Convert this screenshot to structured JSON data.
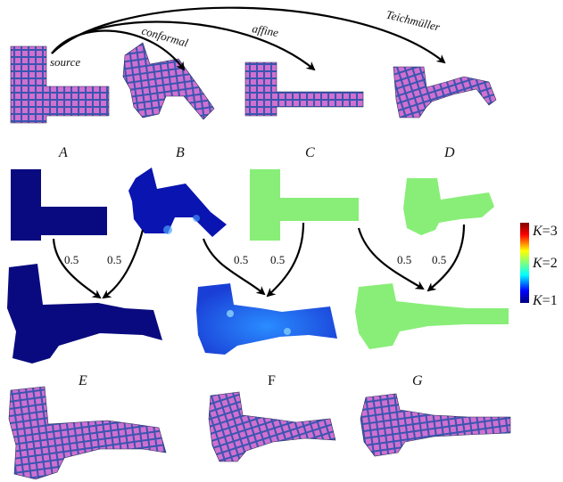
{
  "top_arrows": {
    "source": "source",
    "conformal": "conformal",
    "affine": "affine",
    "teichmuller": "Teichmüller"
  },
  "panel_labels": {
    "A": "A",
    "B": "B",
    "C": "C",
    "D": "D",
    "E": "E",
    "F": "F",
    "G": "G"
  },
  "weights": [
    "0.5",
    "0.5",
    "0.5",
    "0.5",
    "0.5",
    "0.5"
  ],
  "colorbar": {
    "top_label_k": "K",
    "top_label_val": "=3",
    "mid_label_k": "K",
    "mid_label_val": "=2",
    "bottom_label_k": "K",
    "bottom_label_val": "=1",
    "colors": [
      "#00007f",
      "#0000ff",
      "#00ffff",
      "#7fff7f",
      "#ffff00",
      "#ff0000",
      "#7f0000"
    ]
  },
  "colors": {
    "mesh_fill": "#cc66cc",
    "mesh_grid": "#3355aa",
    "dark_blue": "#0a0a80",
    "mid_blue": "#1a3fd6",
    "green": "#88ee77"
  }
}
